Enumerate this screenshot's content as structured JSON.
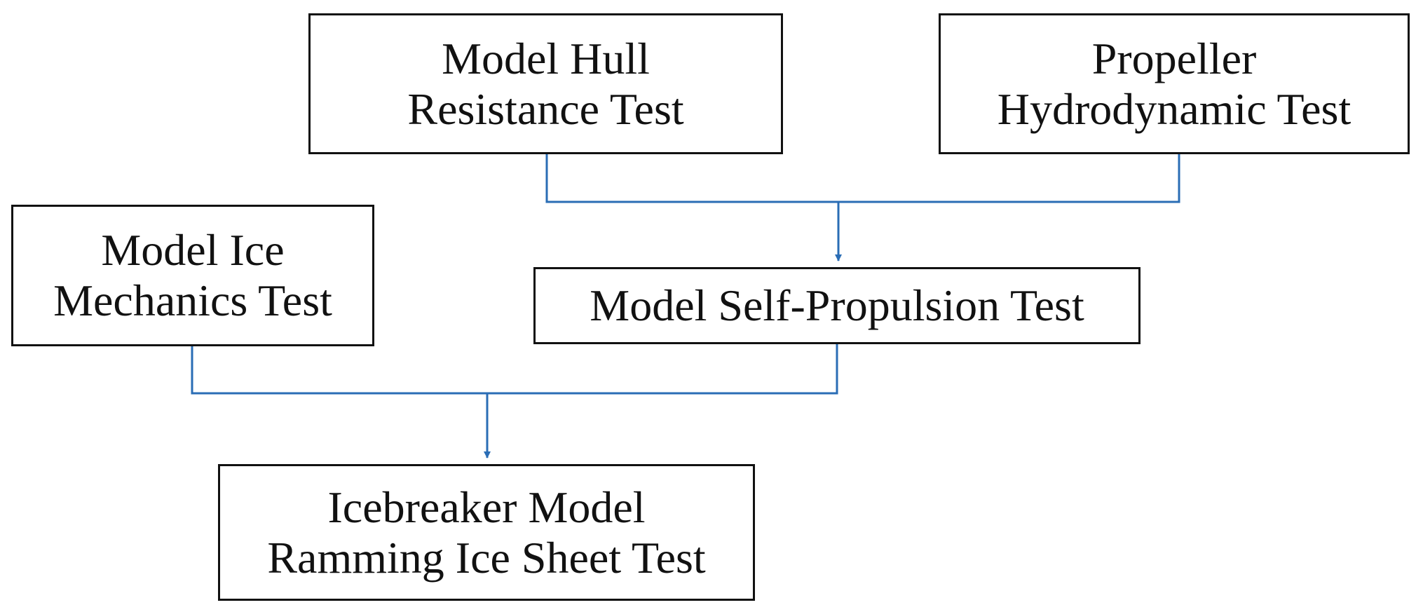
{
  "diagram": {
    "colors": {
      "box_border": "#111111",
      "connector": "#2a6db5",
      "text": "#111111",
      "background": "#ffffff"
    },
    "nodes": {
      "hull_resistance": {
        "line1": "Model Hull",
        "line2": "Resistance Test"
      },
      "propeller_hydrodynamic": {
        "line1": "Propeller",
        "line2": "Hydrodynamic Test"
      },
      "ice_mechanics": {
        "line1": "Model Ice",
        "line2": "Mechanics Test"
      },
      "self_propulsion": {
        "line1": "Model Self-Propulsion Test"
      },
      "ramming_ice_sheet": {
        "line1": "Icebreaker Model",
        "line2": "Ramming Ice Sheet Test"
      }
    },
    "edges": [
      {
        "from": [
          "hull_resistance",
          "propeller_hydrodynamic"
        ],
        "to": "self_propulsion"
      },
      {
        "from": [
          "ice_mechanics",
          "self_propulsion"
        ],
        "to": "ramming_ice_sheet"
      }
    ]
  }
}
